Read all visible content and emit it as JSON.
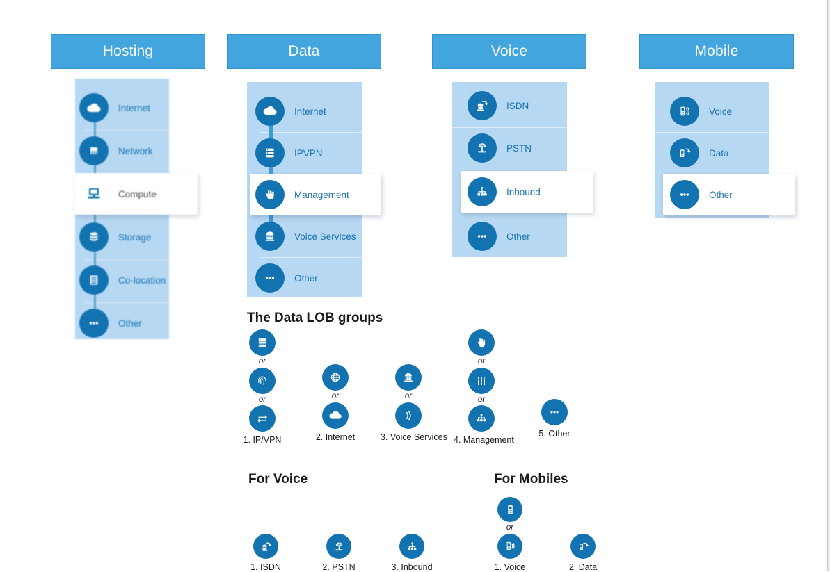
{
  "page": {
    "background": "#ffffff",
    "accent_header": "#43a5dd",
    "panel_bg": "#b6d8f2",
    "icon_circle": "#1273b0",
    "label_blue": "#1b73b5",
    "text_dark": "#1b1b1b"
  },
  "columns": [
    {
      "header": "Hosting",
      "items": [
        {
          "label": "Internet",
          "icon": "cloud-icon",
          "highlighted": false
        },
        {
          "label": "Network",
          "icon": "network-jack-icon",
          "highlighted": false
        },
        {
          "label": "Compute",
          "icon": "desktop-icon",
          "highlighted": true
        },
        {
          "label": "Storage",
          "icon": "database-icon",
          "highlighted": false
        },
        {
          "label": "Co-location",
          "icon": "rack-icon",
          "highlighted": false
        },
        {
          "label": "Other",
          "icon": "ellipsis-icon",
          "highlighted": false
        }
      ]
    },
    {
      "header": "Data",
      "items": [
        {
          "label": "Internet",
          "icon": "cloud-icon",
          "highlighted": false
        },
        {
          "label": "IPVPN",
          "icon": "server-icon",
          "highlighted": false
        },
        {
          "label": "Management",
          "icon": "hand-pointer-icon",
          "highlighted": true
        },
        {
          "label": "Voice Services",
          "icon": "telephone-icon",
          "highlighted": false
        },
        {
          "label": "Other",
          "icon": "ellipsis-icon",
          "highlighted": false
        }
      ]
    },
    {
      "header": "Voice",
      "items": [
        {
          "label": "ISDN",
          "icon": "phone-transfer-icon",
          "highlighted": false
        },
        {
          "label": "PSTN",
          "icon": "telephone-pole-icon",
          "highlighted": false
        },
        {
          "label": "Inbound",
          "icon": "inbound-tree-icon",
          "highlighted": true
        },
        {
          "label": "Other",
          "icon": "ellipsis-icon",
          "highlighted": false
        }
      ]
    },
    {
      "header": "Mobile",
      "items": [
        {
          "label": "Voice",
          "icon": "mobile-signal-icon",
          "highlighted": false
        },
        {
          "label": "Data",
          "icon": "mobile-transfer-icon",
          "highlighted": false
        },
        {
          "label": "Other",
          "icon": "ellipsis-icon",
          "highlighted": true
        }
      ]
    }
  ],
  "sections": [
    {
      "title": "The Data LOB groups",
      "or_label": "or",
      "groups": [
        {
          "caption": "1. IP/VPN",
          "icons": [
            "server-icon",
            "fingerprint-icon",
            "exchange-arrows-icon"
          ]
        },
        {
          "caption": "2. Internet",
          "icons": [
            "globe-icon",
            "cloud-icon"
          ]
        },
        {
          "caption": "3. Voice Services",
          "icons": [
            "telephone-icon",
            "signal-waves-icon"
          ]
        },
        {
          "caption": "4. Management",
          "icons": [
            "hand-pointer-icon",
            "sliders-icon",
            "inbound-tree-icon"
          ]
        },
        {
          "caption": "5. Other",
          "icons": [
            "ellipsis-icon"
          ]
        }
      ]
    },
    {
      "title": "For Voice",
      "or_label": "or",
      "groups": [
        {
          "caption": "1. ISDN",
          "icons": [
            "phone-transfer-icon"
          ]
        },
        {
          "caption": "2. PSTN",
          "icons": [
            "telephone-pole-icon"
          ]
        },
        {
          "caption": "3. Inbound",
          "icons": [
            "inbound-tree-icon"
          ]
        }
      ]
    },
    {
      "title": "For Mobiles",
      "or_label": "or",
      "groups": [
        {
          "caption": "1. Voice",
          "icons": [
            "mobile-phone-icon",
            "mobile-signal-icon"
          ]
        },
        {
          "caption": "2. Data",
          "icons": [
            "mobile-transfer-icon"
          ]
        }
      ]
    }
  ]
}
